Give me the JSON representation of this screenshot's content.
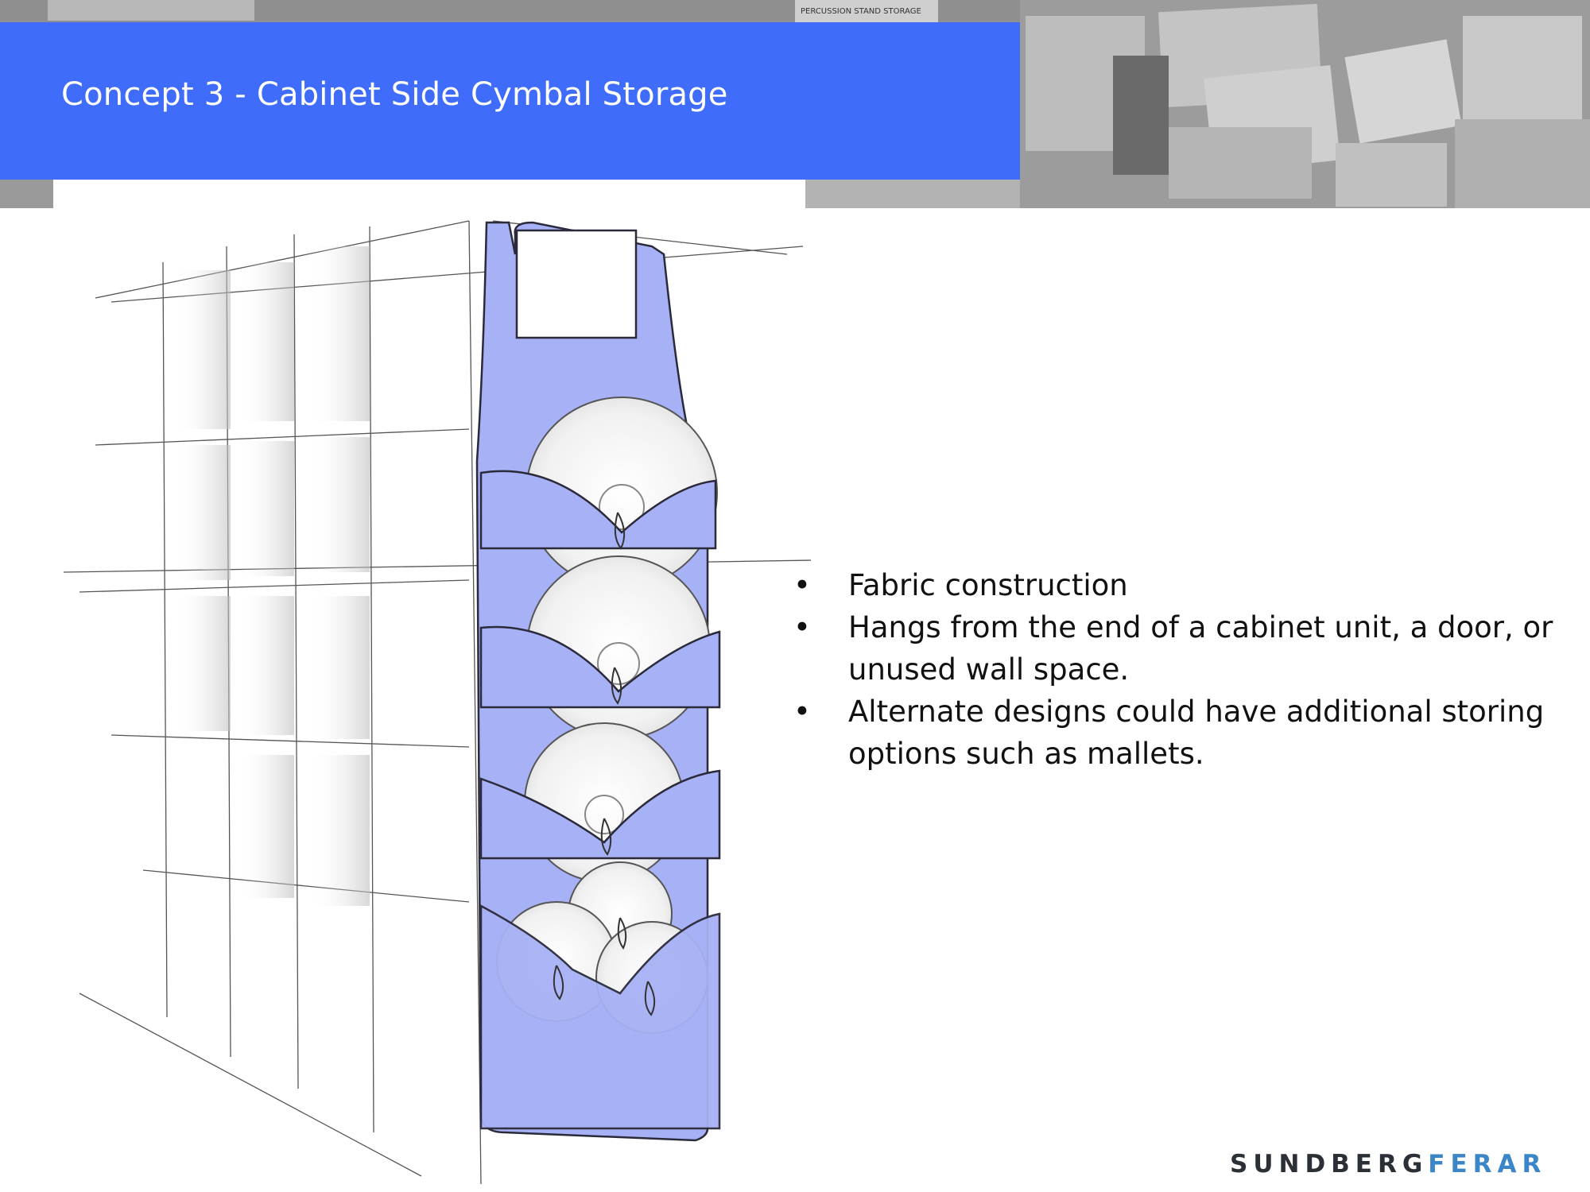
{
  "slide": {
    "title": "Concept 3 - Cabinet Side Cymbal Storage",
    "header_photo_label": "PERCUSSION STAND STORAGE",
    "bullets": [
      "Fabric construction",
      "Hangs from the end of a cabinet unit, a door, or unused wall space.",
      "Alternate designs could have additional storing options such as mallets."
    ],
    "bullet_symbol": "•",
    "logo": {
      "part1": "SUNDBERG",
      "part2": "FERAR"
    }
  },
  "colors": {
    "title_bar": "#3f6cfa",
    "fabric": "#a7b1f5",
    "logo_dark": "#2b2f36",
    "logo_blue": "#3b86c8"
  },
  "icons": [
    "cymbal-sketch"
  ]
}
